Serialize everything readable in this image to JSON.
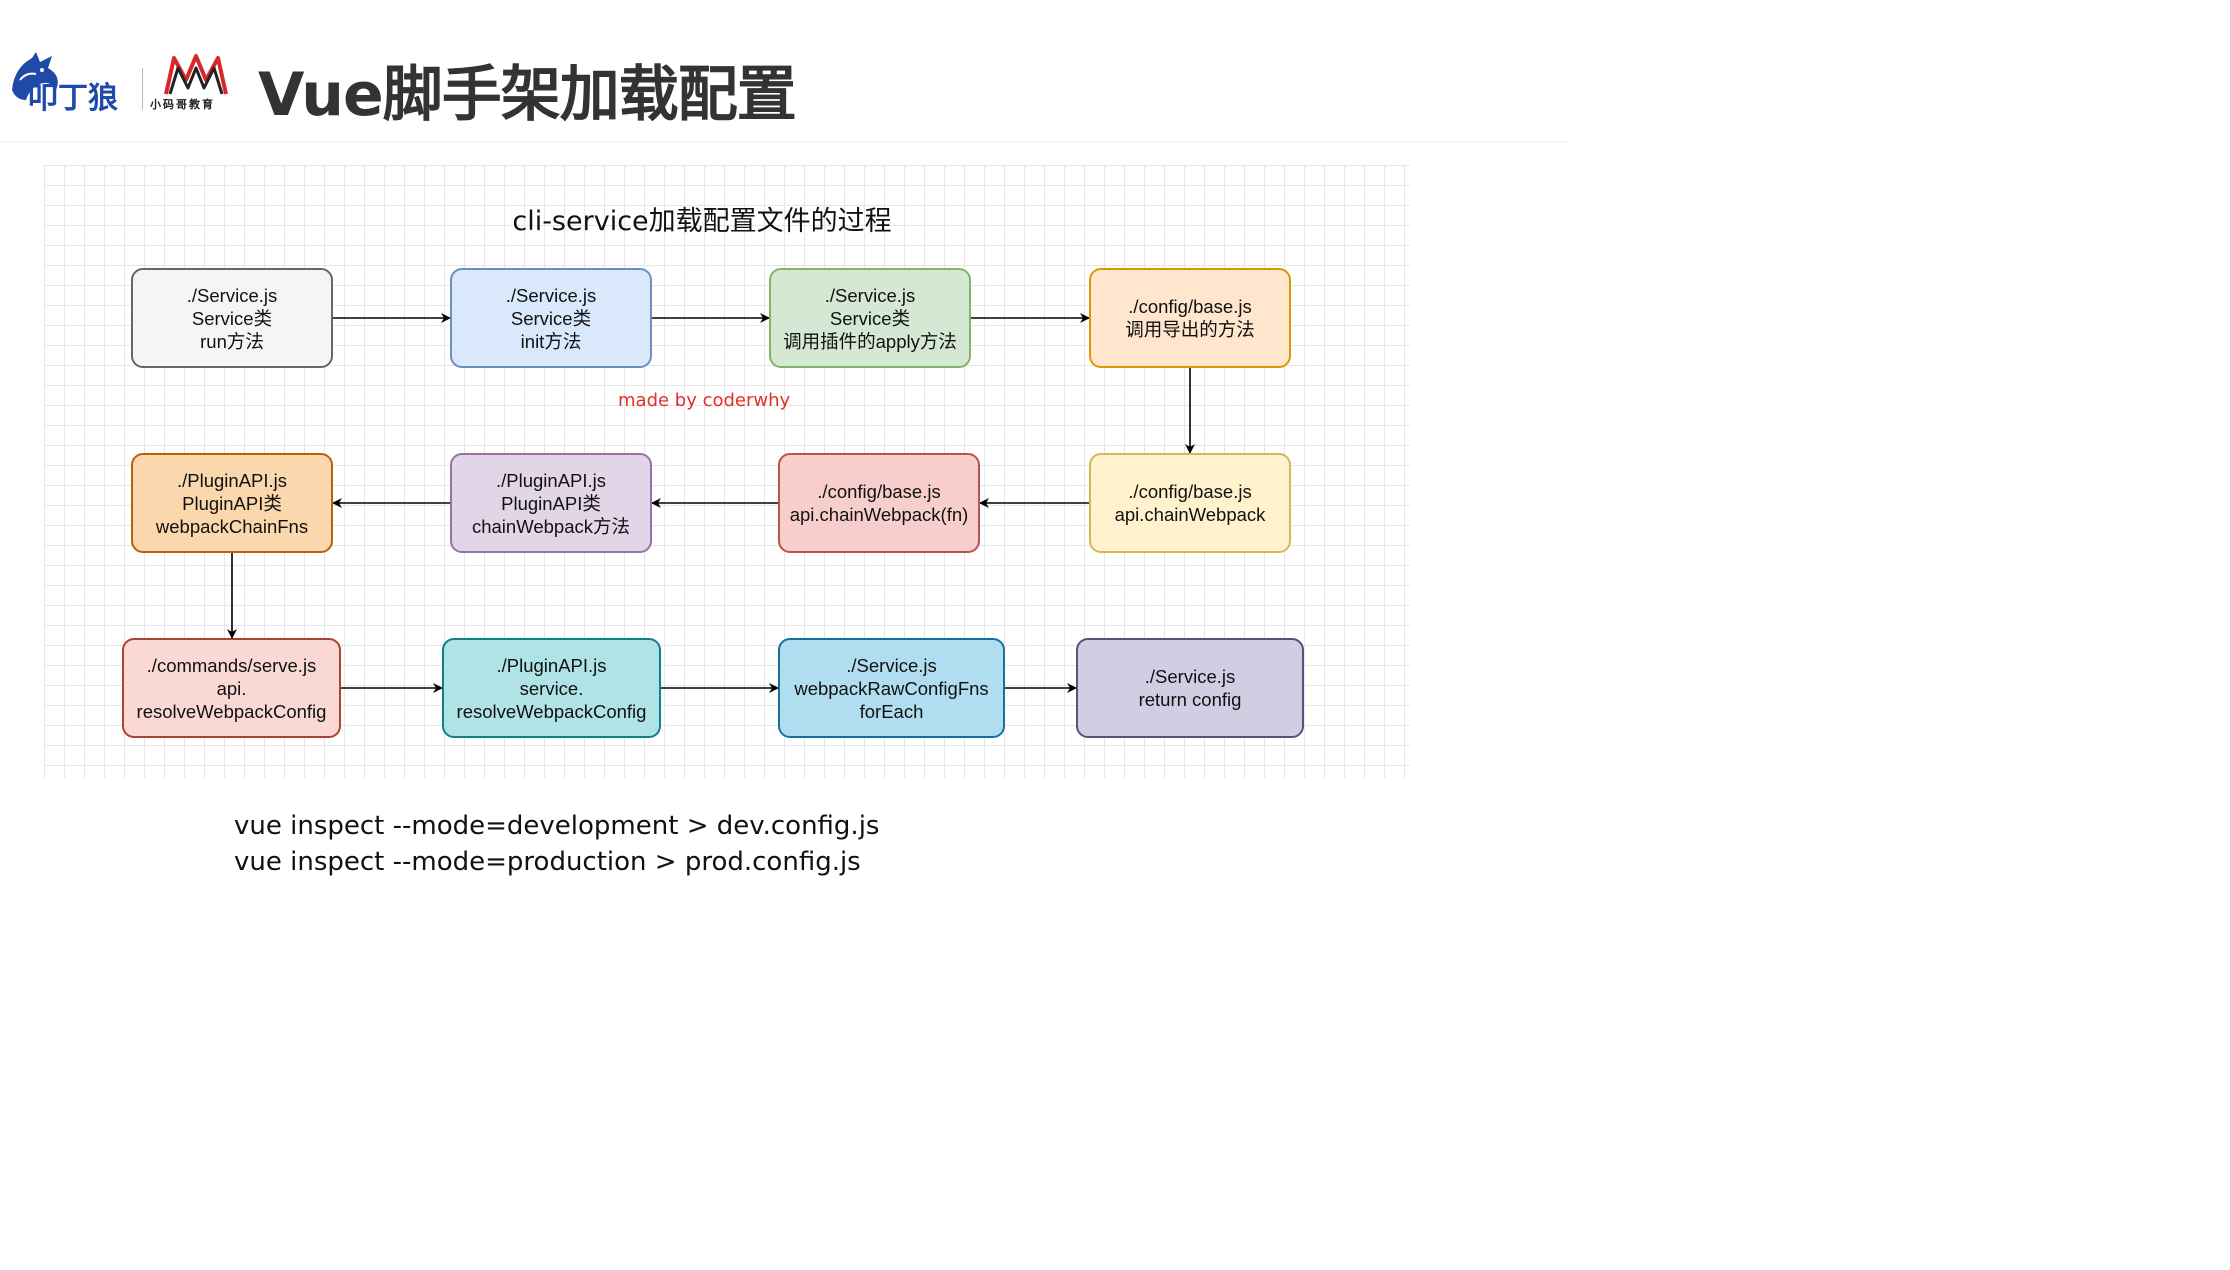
{
  "header": {
    "logo1_alt": "wolf-logo",
    "logo2_caption": "小码哥教育",
    "title": "Vue脚手架加载配置"
  },
  "diagram": {
    "title": "cli-service加载配置文件的过程",
    "watermark": "made by coderwhy",
    "nodes": [
      {
        "id": "n1",
        "lines": [
          "./Service.js",
          "Service类",
          "run方法"
        ],
        "fill": "#f5f5f5",
        "stroke": "#666666"
      },
      {
        "id": "n2",
        "lines": [
          "./Service.js",
          "Service类",
          "init方法"
        ],
        "fill": "#dae8fc",
        "stroke": "#6c8ebf"
      },
      {
        "id": "n3",
        "lines": [
          "./Service.js",
          "Service类",
          "调用插件的apply方法"
        ],
        "fill": "#d5e8d4",
        "stroke": "#82b366"
      },
      {
        "id": "n4",
        "lines": [
          "./config/base.js",
          "调用导出的方法"
        ],
        "fill": "#ffe6cc",
        "stroke": "#d79b00"
      },
      {
        "id": "n5",
        "lines": [
          "./config/base.js",
          "api.chainWebpack"
        ],
        "fill": "#fff2cc",
        "stroke": "#d6b656"
      },
      {
        "id": "n6",
        "lines": [
          "./config/base.js",
          "api.chainWebpack(fn)"
        ],
        "fill": "#f8cecc",
        "stroke": "#b85450"
      },
      {
        "id": "n7",
        "lines": [
          "./PluginAPI.js",
          "PluginAPI类",
          "chainWebpack方法"
        ],
        "fill": "#e1d5e7",
        "stroke": "#9673a6"
      },
      {
        "id": "n8",
        "lines": [
          "./PluginAPI.js",
          "PluginAPI类",
          "webpackChainFns"
        ],
        "fill": "#fad7ac",
        "stroke": "#b46504"
      },
      {
        "id": "n9",
        "lines": [
          "./commands/serve.js",
          "api.",
          "resolveWebpackConfig"
        ],
        "fill": "#fad9d5",
        "stroke": "#ae4132"
      },
      {
        "id": "n10",
        "lines": [
          "./PluginAPI.js",
          "service.",
          "resolveWebpackConfig"
        ],
        "fill": "#b0e3e6",
        "stroke": "#0e8088"
      },
      {
        "id": "n11",
        "lines": [
          "./Service.js",
          "webpackRawConfigFns",
          "forEach"
        ],
        "fill": "#b1ddf0",
        "stroke": "#10739e"
      },
      {
        "id": "n12",
        "lines": [
          "./Service.js",
          "return config"
        ],
        "fill": "#d0cee2",
        "stroke": "#56517e"
      }
    ],
    "edges": [
      [
        "n1",
        "n2"
      ],
      [
        "n2",
        "n3"
      ],
      [
        "n3",
        "n4"
      ],
      [
        "n4",
        "n5"
      ],
      [
        "n5",
        "n6"
      ],
      [
        "n6",
        "n7"
      ],
      [
        "n7",
        "n8"
      ],
      [
        "n8",
        "n9"
      ],
      [
        "n9",
        "n10"
      ],
      [
        "n10",
        "n11"
      ],
      [
        "n11",
        "n12"
      ]
    ]
  },
  "commands": [
    "vue inspect --mode=development > dev.config.js",
    "vue inspect --mode=production > prod.config.js"
  ]
}
